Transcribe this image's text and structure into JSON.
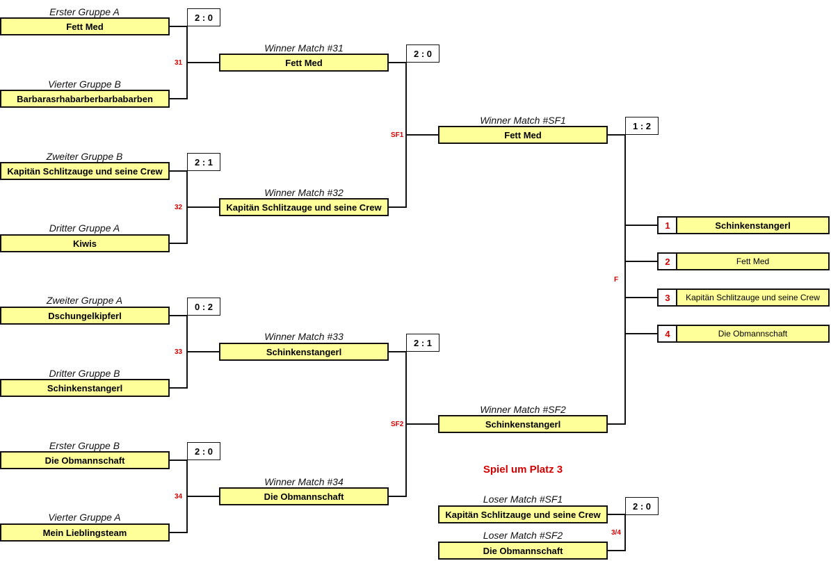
{
  "round1": [
    {
      "seed": "Erster Gruppe A",
      "team": "Fett Med"
    },
    {
      "seed": "Vierter Gruppe B",
      "team": "Barbarasrhabarberbarbabarben"
    },
    {
      "seed": "Zweiter Gruppe B",
      "team": "Kapitän Schlitzauge und seine Crew"
    },
    {
      "seed": "Dritter Gruppe A",
      "team": "Kiwis"
    },
    {
      "seed": "Zweiter Gruppe A",
      "team": "Dschungelkipferl"
    },
    {
      "seed": "Dritter Gruppe B",
      "team": "Schinkenstangerl"
    },
    {
      "seed": "Erster Gruppe B",
      "team": "Die Obmannschaft"
    },
    {
      "seed": "Vierter Gruppe A",
      "team": "Mein Lieblingsteam"
    }
  ],
  "round1_matches": [
    {
      "id": "31",
      "score": "2 : 0"
    },
    {
      "id": "32",
      "score": "2 : 1"
    },
    {
      "id": "33",
      "score": "0 : 2"
    },
    {
      "id": "34",
      "score": "2 : 0"
    }
  ],
  "round2": [
    {
      "label": "Winner Match #31",
      "team": "Fett Med"
    },
    {
      "label": "Winner Match #32",
      "team": "Kapitän Schlitzauge und seine Crew"
    },
    {
      "label": "Winner Match #33",
      "team": "Schinkenstangerl"
    },
    {
      "label": "Winner Match #34",
      "team": "Die Obmannschaft"
    }
  ],
  "semis": [
    {
      "id": "SF1",
      "score": "2 : 0"
    },
    {
      "id": "SF2",
      "score": "2 : 1"
    }
  ],
  "finalists": [
    {
      "label": "Winner Match #SF1",
      "team": "Fett Med"
    },
    {
      "label": "Winner Match #SF2",
      "team": "Schinkenstangerl"
    }
  ],
  "final": {
    "id": "F",
    "score": "1 : 2"
  },
  "ranking": [
    {
      "place": "1",
      "team": "Schinkenstangerl"
    },
    {
      "place": "2",
      "team": "Fett Med"
    },
    {
      "place": "3",
      "team": "Kapitän Schlitzauge und seine Crew"
    },
    {
      "place": "4",
      "team": "Die Obmannschaft"
    }
  ],
  "third_place": {
    "title": "Spiel um Platz 3",
    "id": "3/4",
    "score": "2 : 0",
    "teams": [
      {
        "label": "Loser Match #SF1",
        "team": "Kapitän Schlitzauge und seine Crew"
      },
      {
        "label": "Loser Match #SF2",
        "team": "Die Obmannschaft"
      }
    ]
  }
}
